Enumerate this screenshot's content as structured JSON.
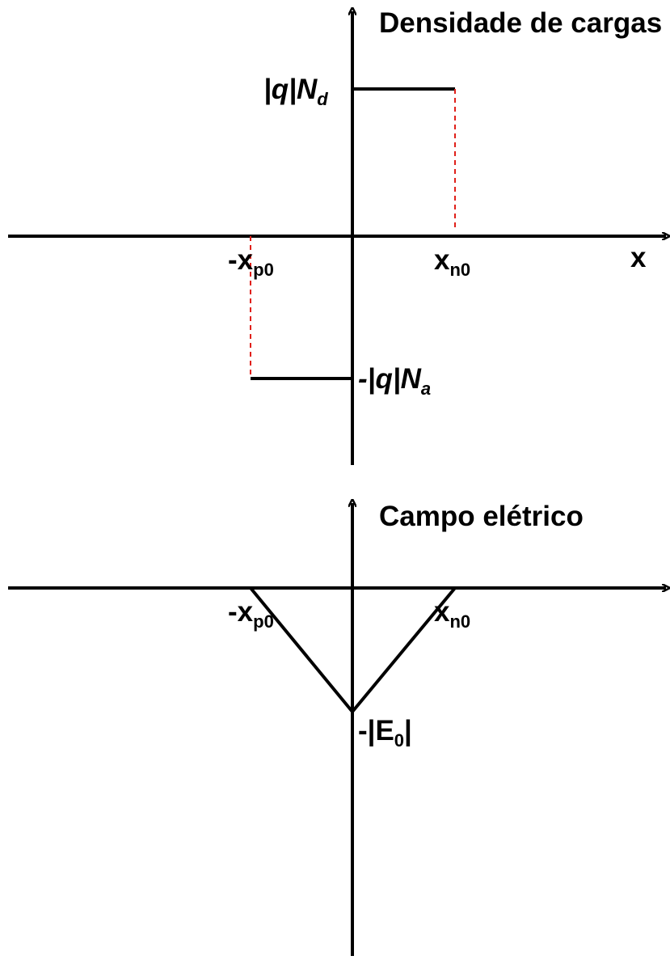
{
  "charge_plot": {
    "title": "Densidade de cargas",
    "x_axis_label": "x",
    "level_high": {
      "main": "|q|N",
      "sub": "d"
    },
    "level_low": {
      "main": "-|q|N",
      "sub": "a"
    },
    "tick_neg": {
      "main": "-x",
      "sub": "p0"
    },
    "tick_pos": {
      "main": "x",
      "sub": "n0"
    }
  },
  "field_plot": {
    "title": "Campo elétrico",
    "tick_neg": {
      "main": "-x",
      "sub": "p0"
    },
    "tick_pos": {
      "main": "x",
      "sub": "n0"
    },
    "minimum": {
      "pre": "-|E",
      "sub": "0",
      "post": "|"
    }
  },
  "colors": {
    "axis": "#000000",
    "guide": "#e0201a"
  }
}
